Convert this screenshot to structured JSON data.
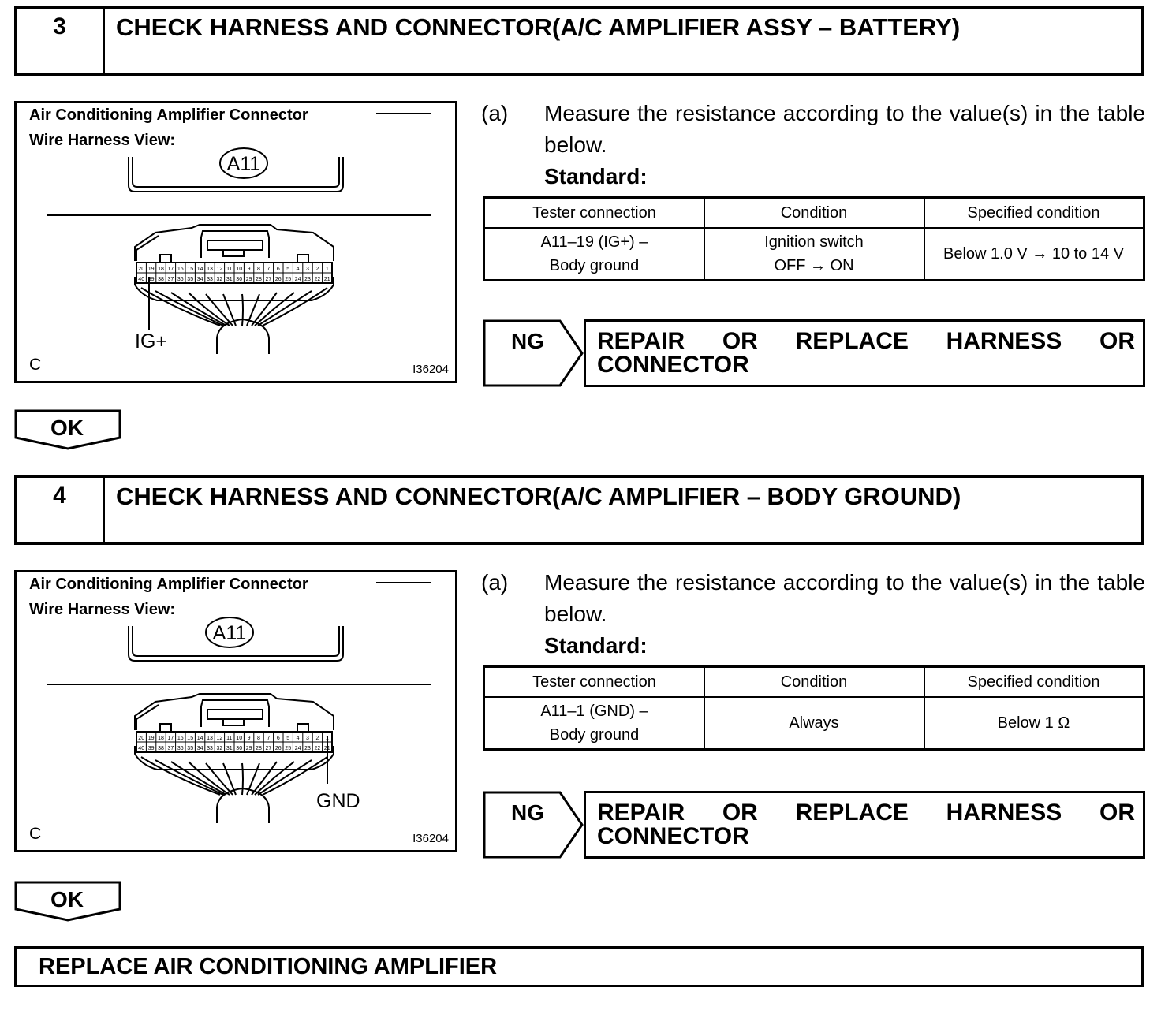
{
  "steps": [
    {
      "number": "3",
      "title": "CHECK HARNESS AND CONNECTOR(A/C AMPLIFIER ASSY – BATTERY)",
      "figure": {
        "title_line1": "Air Conditioning Amplifier Connector",
        "title_line2": "Wire Harness View:",
        "connector_id": "A11",
        "pin_label": "IG+",
        "corner_code": "C",
        "figure_id": "I36204"
      },
      "instruction": {
        "marker": "(a)",
        "text": "Measure the resistance according to the value(s) in the table below.",
        "standard_label": "Standard:"
      },
      "table": {
        "headers": [
          "Tester connection",
          "Condition",
          "Specified condition"
        ],
        "row": {
          "tester_line1": "A11–19 (IG+) –",
          "tester_line2": "Body ground",
          "condition_line1": "Ignition switch",
          "condition_line2": "OFF → ON",
          "specified": "Below 1.0 V → 10 to 14 V"
        }
      },
      "ng_label": "NG",
      "repair_line1_words": [
        "REPAIR",
        "OR",
        "REPLACE",
        "HARNESS",
        "OR"
      ],
      "repair_line2": "CONNECTOR",
      "ok_label": "OK"
    },
    {
      "number": "4",
      "title": "CHECK HARNESS AND CONNECTOR(A/C AMPLIFIER – BODY GROUND)",
      "figure": {
        "title_line1": "Air Conditioning Amplifier Connector",
        "title_line2": "Wire Harness View:",
        "connector_id": "A11",
        "pin_label": "GND",
        "corner_code": "C",
        "figure_id": "I36204"
      },
      "instruction": {
        "marker": "(a)",
        "text": "Measure the resistance according to the value(s) in the table below.",
        "standard_label": "Standard:"
      },
      "table": {
        "headers": [
          "Tester connection",
          "Condition",
          "Specified condition"
        ],
        "row": {
          "tester_line1": "A11–1 (GND) –",
          "tester_line2": "Body ground",
          "condition_line1": "Always",
          "condition_line2": "",
          "specified": "Below 1 Ω"
        }
      },
      "ng_label": "NG",
      "repair_line1_words": [
        "REPAIR",
        "OR",
        "REPLACE",
        "HARNESS",
        "OR"
      ],
      "repair_line2": "CONNECTOR",
      "ok_label": "OK"
    }
  ],
  "connector_pins": {
    "top_row": [
      "20",
      "19",
      "18",
      "17",
      "16",
      "15",
      "14",
      "13",
      "12",
      "11",
      "10",
      "9",
      "8",
      "7",
      "6",
      "5",
      "4",
      "3",
      "2",
      "1"
    ],
    "bottom_row": [
      "40",
      "39",
      "38",
      "37",
      "36",
      "35",
      "34",
      "33",
      "32",
      "31",
      "30",
      "29",
      "28",
      "27",
      "26",
      "25",
      "24",
      "23",
      "22",
      "21"
    ]
  },
  "final_action": "REPLACE AIR CONDITIONING AMPLIFIER"
}
